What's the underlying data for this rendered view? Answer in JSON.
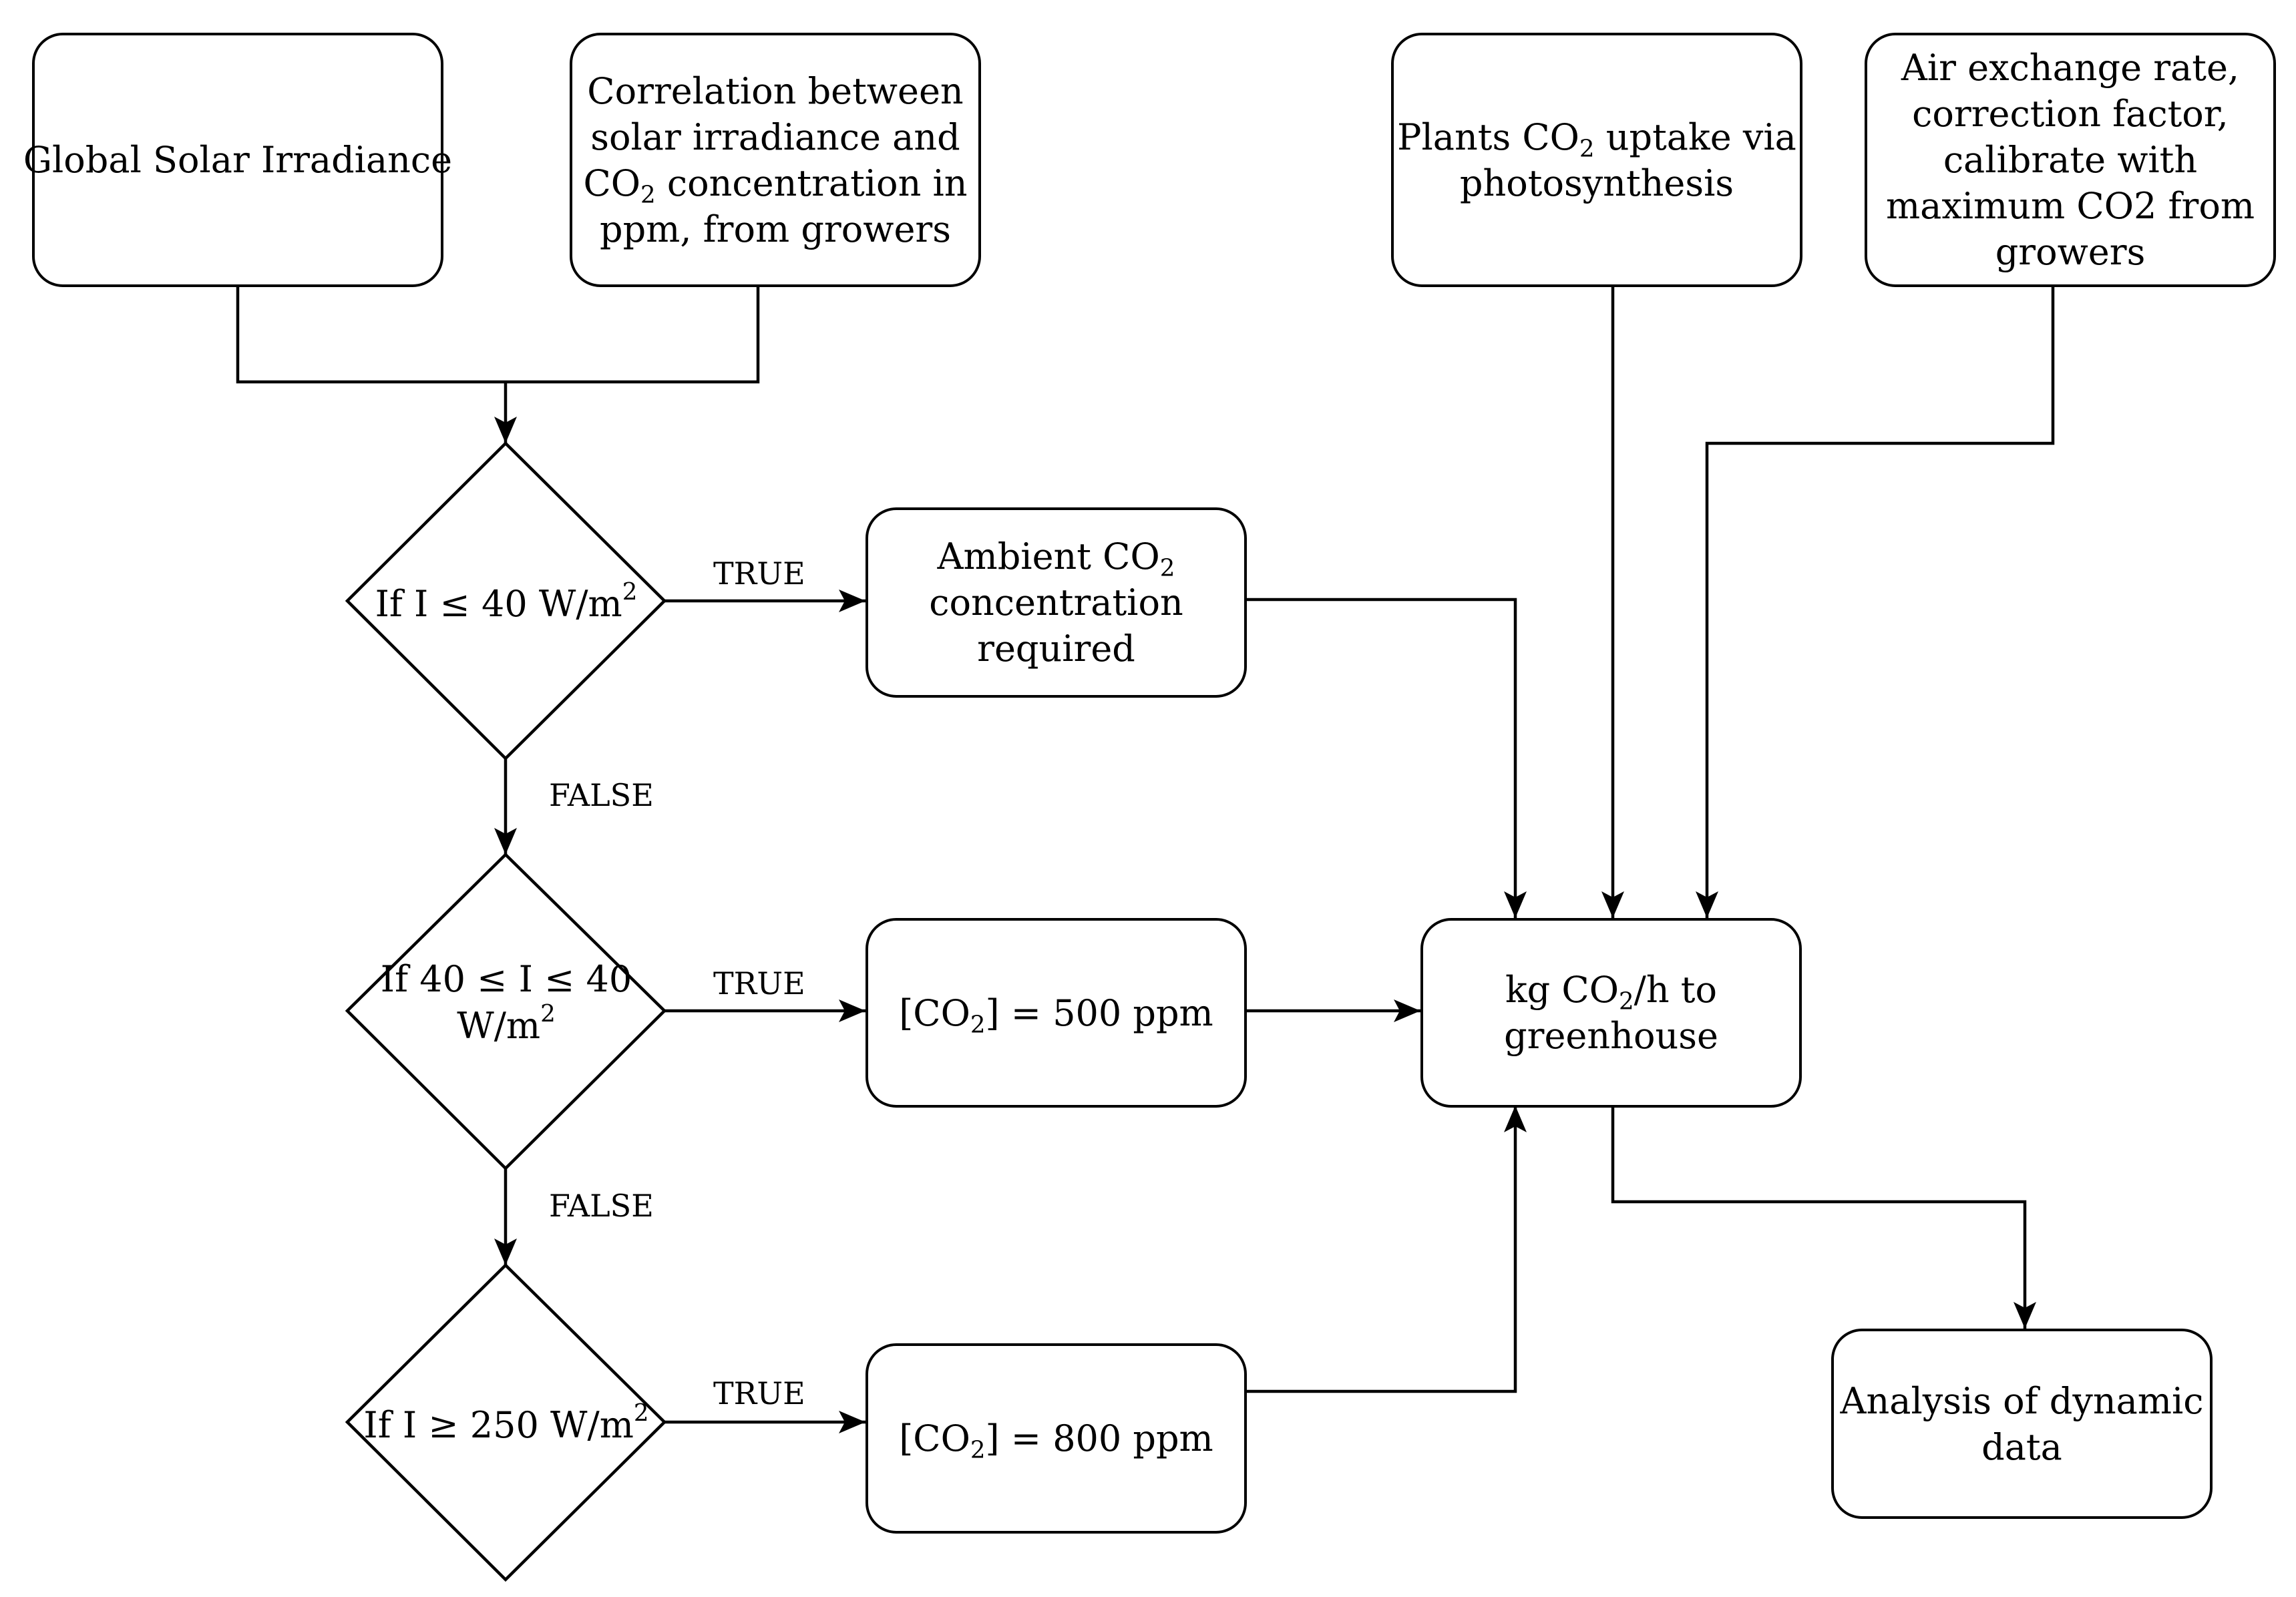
{
  "nodes": {
    "global_irradiance": {
      "lines": [
        [
          "Global Solar Irradiance"
        ]
      ]
    },
    "correlation": {
      "lines": [
        [
          "Correlation between"
        ],
        [
          "solar irradiance and"
        ],
        [
          "CO",
          {
            "sub": "2"
          },
          " concentration in"
        ],
        [
          "ppm, from growers"
        ]
      ]
    },
    "plants_uptake": {
      "lines": [
        [
          "Plants CO",
          {
            "sub": "2"
          },
          " uptake via"
        ],
        [
          "photosynthesis"
        ]
      ]
    },
    "air_exchange": {
      "lines": [
        [
          "Air exchange rate,"
        ],
        [
          "correction factor,"
        ],
        [
          "calibrate with"
        ],
        [
          "maximum CO2 from"
        ],
        [
          "growers"
        ]
      ]
    },
    "ambient": {
      "lines": [
        [
          "Ambient CO",
          {
            "sub": "2"
          }
        ],
        [
          "concentration"
        ],
        [
          "required"
        ]
      ]
    },
    "co2_500": {
      "lines": [
        [
          "[CO",
          {
            "sub": "2"
          },
          "] = 500 ppm"
        ]
      ]
    },
    "co2_800": {
      "lines": [
        [
          "[CO",
          {
            "sub": "2"
          },
          "] = 800 ppm"
        ]
      ]
    },
    "kg_co2": {
      "lines": [
        [
          "kg CO",
          {
            "sub": "2"
          },
          "/h to"
        ],
        [
          "greenhouse"
        ]
      ]
    },
    "analysis": {
      "lines": [
        [
          "Analysis of dynamic"
        ],
        [
          "data"
        ]
      ]
    }
  },
  "decisions": {
    "d1": {
      "lines": [
        [
          "If I ≤ 40 W/m",
          {
            "sup": "2"
          }
        ]
      ]
    },
    "d2": {
      "lines": [
        [
          "If 40 ≤ I ≤ 40"
        ],
        [
          "W/m",
          {
            "sup": "2"
          }
        ]
      ]
    },
    "d3": {
      "lines": [
        [
          "If I ≥ 250 W/m",
          {
            "sup": "2"
          }
        ]
      ]
    }
  },
  "edge_labels": {
    "true1": "TRUE",
    "true2": "TRUE",
    "true3": "TRUE",
    "false1": "FALSE",
    "false2": "FALSE"
  }
}
